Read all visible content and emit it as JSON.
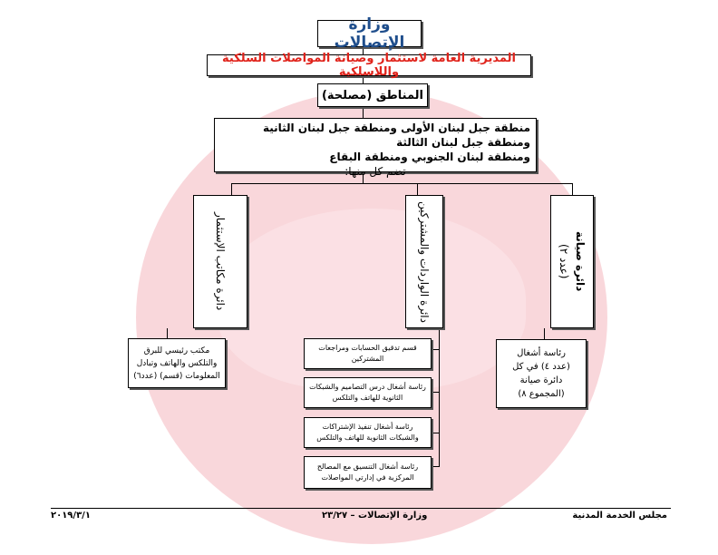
{
  "header": {
    "ministry": "وزارة الإتصالات",
    "directorate": "المديرية العامة لاستثمار وصيانة المواصلات السلكية واللاسلكية",
    "regions_title": "المناطق (مصلحة)"
  },
  "regions_box": {
    "line1": "منطقة جبل لبنان الأولى ومنطقة جبل لبنان الثانية ومنطقة جبل لبنان الثالثة",
    "line2": "ومنطقة لبنان الجنوبي ومنطقة البقاع",
    "line3": "تضم كل منها:"
  },
  "departments": {
    "maintenance": {
      "title": "دائرة صيانة",
      "count": "(عدد ٢)",
      "child": [
        "رئاسة أشغال",
        "(عدد ٤) في كل",
        "دائرة صيانة",
        "(المجموع ٨)"
      ]
    },
    "revenues": {
      "title": "دائرة الواردات والمشتركين",
      "children": [
        "قسم تدقيق الحسابات ومراجعات المشتركين",
        "رئاسة أشغال درس التصاميم والشبكات الثانوية للهاتف والتلكس",
        "رئاسة أشغال تنفيذ الإشتراكات والشبكات الثانوية للهاتف والتلكس",
        "رئاسة أشغال التنسيق مع المصالح المركزية في إدارتي المواصلات"
      ]
    },
    "investment": {
      "title": "دائرة مكاتب الإستثمار",
      "child": "مكتب رئيسي للبرق والتلكس والهاتف وتبادل المعلومات (قسم) (عدد٦)"
    }
  },
  "footer": {
    "right": "مجلس الخدمة المدنية",
    "center": "وزارة الإتصالات – ٢٣/٢٧",
    "left": "٢٠١٩/٣/١"
  },
  "colors": {
    "ministry_text": "#1f4e8c",
    "directorate_text": "#e0231b",
    "watermark": "#f7c9cf"
  }
}
